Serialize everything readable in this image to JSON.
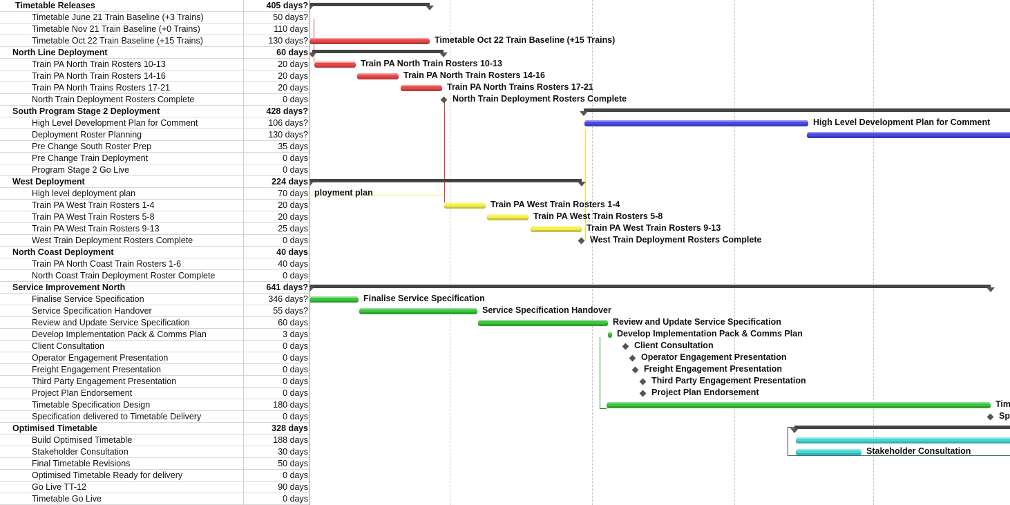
{
  "colors": {
    "red": "#e84a4a",
    "blue": "#4a4ae6",
    "yellow": "#f2f04e",
    "green": "#3cc43c",
    "cyan": "#44d8d8",
    "summary": "#444444",
    "milestone": "#555555"
  },
  "timeline": {
    "days_per_gridline": 103
  },
  "tasks": [
    {
      "name": "Timetable Releases",
      "duration": "405 days?",
      "summary": true,
      "bar": {
        "start": 0,
        "end": 87
      }
    },
    {
      "name": "Timetable June 21 Train Baseline (+3 Trains)",
      "duration": "50 days?"
    },
    {
      "name": "Timetable Nov 21 Train Baseline (+0 Trains)",
      "duration": "110 days"
    },
    {
      "name": "Timetable Oct 22 Train Baseline (+15 Trains)",
      "duration": "130 days?",
      "bar": {
        "start": 0,
        "end": 87,
        "color": "red",
        "label": "Timetable Oct 22 Train Baseline (+15 Trains)"
      }
    },
    {
      "name": "North Line Deployment",
      "duration": "60 days",
      "summary": true,
      "bar": {
        "start": 2,
        "end": 97
      }
    },
    {
      "name": "Train PA North Train Rosters 10-13",
      "duration": "20 days",
      "bar": {
        "start": 3.5,
        "end": 33.5,
        "color": "red",
        "label": "Train PA North Train Rosters 10-13"
      }
    },
    {
      "name": "Train PA North Train Rosters 14-16",
      "duration": "20 days",
      "bar": {
        "start": 34.5,
        "end": 64.5,
        "color": "red",
        "label": "Train PA North Train Rosters 14-16"
      }
    },
    {
      "name": "Train PA North Trains Rosters 17-21",
      "duration": "20 days",
      "bar": {
        "start": 66,
        "end": 96,
        "color": "red",
        "label": "Train PA North Trains Rosters 17-21"
      }
    },
    {
      "name": "North Train Deployment Rosters Complete",
      "duration": "0 days",
      "milestone": {
        "at": 97.5,
        "label": "North Train Deployment Rosters Complete"
      }
    },
    {
      "name": "South Program Stage 2 Deployment",
      "duration": "428 days?",
      "summary": true,
      "bar": {
        "start": 198.5,
        "end": 520
      }
    },
    {
      "name": "High Level Development Plan for Comment",
      "duration": "106 days?",
      "bar": {
        "start": 199,
        "end": 361,
        "color": "blue",
        "label": "High Level Development Plan for Comment"
      }
    },
    {
      "name": "Deployment Roster Planning",
      "duration": "130 days?",
      "bar": {
        "start": 360,
        "end": 520,
        "color": "blue"
      }
    },
    {
      "name": "Pre Change South Roster Prep",
      "duration": "35 days"
    },
    {
      "name": "Pre Change Train Deployment",
      "duration": "0 days"
    },
    {
      "name": "Program Stage 2 Go Live",
      "duration": "0 days"
    },
    {
      "name": "West Deployment",
      "duration": "224 days",
      "summary": true,
      "bar": {
        "start": 0,
        "end": 197
      }
    },
    {
      "name": "High level deployment plan",
      "duration": "70 days",
      "line": {
        "start": 0,
        "end": 97,
        "color": "yellow",
        "label": "ployment plan"
      }
    },
    {
      "name": "Train PA West Train Rosters 1-4",
      "duration": "20 days",
      "bar": {
        "start": 97.5,
        "end": 127.5,
        "color": "yellow",
        "label": "Train PA West Train Rosters 1-4"
      }
    },
    {
      "name": "Train PA West Train Rosters 5-8",
      "duration": "20 days",
      "bar": {
        "start": 128.5,
        "end": 158.5,
        "color": "yellow",
        "label": "Train PA West Train Rosters 5-8"
      }
    },
    {
      "name": "Train PA West Train Rosters 9-13",
      "duration": "25 days",
      "bar": {
        "start": 160,
        "end": 197,
        "color": "yellow",
        "label": "Train PA West Train Rosters 9-13"
      }
    },
    {
      "name": "West Train Deployment Rosters Complete",
      "duration": "0 days",
      "milestone": {
        "at": 197,
        "label": "West Train Deployment Rosters Complete"
      }
    },
    {
      "name": "North Coast Deployment",
      "duration": "40 days",
      "summary": true
    },
    {
      "name": "Train PA North Coast Train Rosters 1-6",
      "duration": "40 days"
    },
    {
      "name": "North Coast Train Deployment Roster Complete",
      "duration": "0 days"
    },
    {
      "name": "Service Improvement North",
      "duration": "641 days?",
      "summary": true,
      "bar": {
        "start": 0,
        "end": 493
      }
    },
    {
      "name": "Finalise Service Specification",
      "duration": "346 days?",
      "bar": {
        "start": 0,
        "end": 35.5,
        "color": "green",
        "label": "Finalise Service Specification"
      }
    },
    {
      "name": "Service Specification Handover",
      "duration": "55 days?",
      "bar": {
        "start": 36,
        "end": 121.5,
        "color": "green",
        "label": "Service Specification Handover"
      }
    },
    {
      "name": "Review and Update Service Specification",
      "duration": "60 days",
      "bar": {
        "start": 122,
        "end": 216,
        "color": "green",
        "label": "Review and Update Service Specification"
      }
    },
    {
      "name": "Develop Implementation Pack & Comms Plan",
      "duration": "3 days",
      "bar": {
        "start": 216,
        "end": 219,
        "color": "green",
        "label": "Develop Implementation Pack & Comms Plan"
      }
    },
    {
      "name": "Client Consultation",
      "duration": "0 days",
      "milestone": {
        "at": 229,
        "label": "Client Consultation"
      }
    },
    {
      "name": "Operator Engagement Presentation",
      "duration": "0 days",
      "milestone": {
        "at": 234,
        "label": "Operator Engagement Presentation"
      }
    },
    {
      "name": "Freight Engagement Presentation",
      "duration": "0 days",
      "milestone": {
        "at": 236,
        "label": "Freight Engagement Presentation"
      }
    },
    {
      "name": "Third Party Engagement Presentation",
      "duration": "0 days",
      "milestone": {
        "at": 241.5,
        "label": "Third Party Engagement Presentation"
      }
    },
    {
      "name": "Project Plan Endorsement",
      "duration": "0 days",
      "milestone": {
        "at": 241.5,
        "label": "Project Plan Endorsement"
      }
    },
    {
      "name": "Timetable Specification Design",
      "duration": "180 days",
      "bar": {
        "start": 215,
        "end": 493,
        "color": "green",
        "label": "Tim"
      }
    },
    {
      "name": "Specification delivered to Timetable Delivery",
      "duration": "0 days",
      "milestone": {
        "at": 493,
        "label": "Sp"
      }
    },
    {
      "name": "Optimised Timetable",
      "duration": "328 days",
      "summary": true,
      "bar": {
        "start": 351,
        "end": 520
      }
    },
    {
      "name": "Build Optimised Timetable",
      "duration": "188 days",
      "bar": {
        "start": 352,
        "end": 520,
        "color": "cyan"
      }
    },
    {
      "name": "Stakeholder Consultation",
      "duration": "30 days",
      "bar": {
        "start": 352,
        "end": 399.5,
        "color": "cyan",
        "label": "Stakeholder Consultation"
      }
    },
    {
      "name": "Final Timetable Revisions",
      "duration": "50 days"
    },
    {
      "name": "Optimised Timetable Ready for delivery",
      "duration": "0 days"
    },
    {
      "name": "Go Live TT-12",
      "duration": "90 days"
    },
    {
      "name": "Timetable Go Live",
      "duration": "0 days"
    }
  ]
}
